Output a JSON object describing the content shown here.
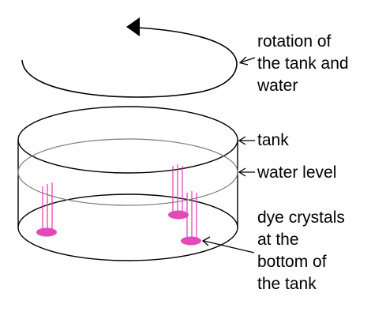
{
  "labels": {
    "rotation": [
      "rotation of",
      "the tank and",
      "water"
    ],
    "tank": [
      "tank"
    ],
    "water_level": [
      "water level"
    ],
    "dye_crystals": [
      "dye crystals",
      "at the",
      "bottom of",
      "the tank"
    ]
  },
  "colors": {
    "line": "#000000",
    "water_line": "#7a7a7a",
    "dye": "#e24bb7",
    "background": "#ffffff"
  },
  "icons": {
    "rotation_arrowhead": "filled-triangle-arrowhead",
    "pointer_arrows": "open-chevron-arrowhead"
  }
}
